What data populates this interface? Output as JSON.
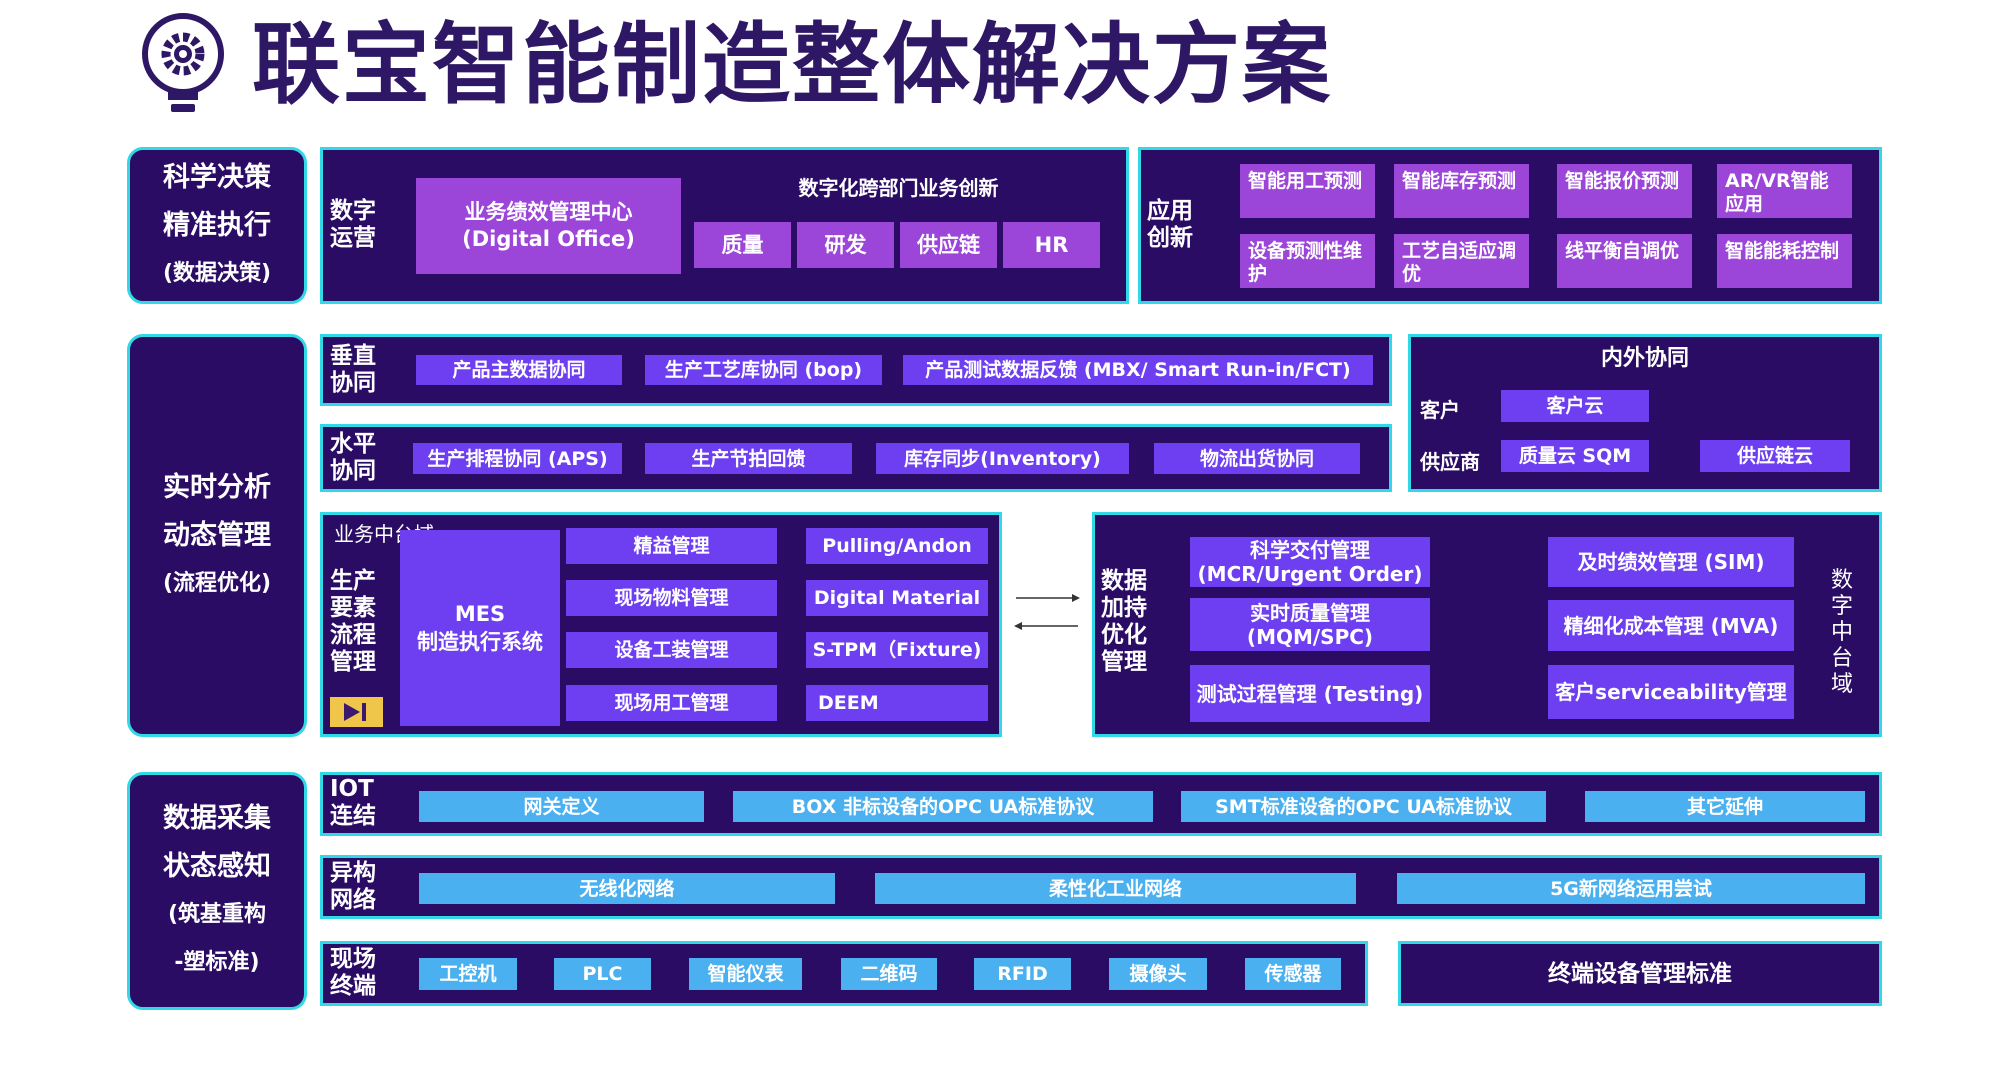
{
  "title": "联宝智能制造整体解决方案",
  "colors": {
    "frame_bg": "#2a0c64",
    "frame_border": "#33d8e6",
    "violet": "#6d3ff0",
    "magenta": "#9b45d9",
    "cyan": "#4bb0ef",
    "title": "#2e1765"
  },
  "left": [
    {
      "l1": "科学决策",
      "l2": "精准执行",
      "s": "(数据决策)"
    },
    {
      "l1": "实时分析",
      "l2": "动态管理",
      "s": "(流程优化)"
    },
    {
      "l1": "数据采集",
      "l2": "状态感知",
      "s1": "(筑基重构",
      "s2": "-塑标准)"
    }
  ],
  "digital_ops": {
    "label": "数字运营",
    "office": "业务绩效管理中心(Digital Office)",
    "cross_title": "数字化跨部门业务创新",
    "items": [
      "质量",
      "研发",
      "供应链",
      "HR"
    ]
  },
  "app_innovation": {
    "label": "应用创新",
    "items": [
      "智能用工预测",
      "智能库存预测",
      "智能报价预测",
      "AR/VR智能应用",
      "设备预测性维护",
      "工艺自适应调优",
      "线平衡自调优",
      "智能能耗控制"
    ]
  },
  "vertical": {
    "label": "垂直协同",
    "items": [
      "产品主数据协同",
      "生产工艺库协同 (bop)",
      "产品测试数据反馈 (MBX/ Smart Run-in/FCT)"
    ]
  },
  "horizontal": {
    "label": "水平协同",
    "items": [
      "生产排程协同 (APS)",
      "生产节拍回馈",
      "库存同步(Inventory)",
      "物流出货协同"
    ]
  },
  "inout": {
    "title": "内外协同",
    "customer_label": "客户",
    "customer_items": [
      "客户云"
    ],
    "supplier_label": "供应商",
    "supplier_items": [
      "质量云 SQM",
      "供应链云"
    ]
  },
  "mes": {
    "domain_label": "业务中台域",
    "label": "生产要素流程管理",
    "mes_title": "MES",
    "mes_sub": "制造执行系统",
    "col1": [
      "精益管理",
      "现场物料管理",
      "设备工装管理",
      "现场用工管理"
    ],
    "col2": [
      "Pulling/Andon",
      "Digital Material",
      "S-TPM（Fixture)",
      "DEEM"
    ]
  },
  "data_opt": {
    "label": "数据加持优化管理",
    "domain_label": "数字中台域",
    "col1": [
      "科学交付管理(MCR/Urgent Order)",
      "实时质量管理(MQM/SPC)",
      "测试过程管理 (Testing)"
    ],
    "col2": [
      "及时绩效管理 (SIM)",
      "精细化成本管理 (MVA)",
      "客户serviceability管理"
    ]
  },
  "iot": {
    "label": "IOT连结",
    "items": [
      "网关定义",
      "BOX 非标设备的OPC UA标准协议",
      "SMT标准设备的OPC UA标准协议",
      "其它延伸"
    ]
  },
  "network": {
    "label": "异构网络",
    "items": [
      "无线化网络",
      "柔性化工业网络",
      "5G新网络运用尝试"
    ]
  },
  "terminal": {
    "label": "现场终端",
    "items": [
      "工控机",
      "PLC",
      "智能仪表",
      "二维码",
      "RFID",
      "摄像头",
      "传感器"
    ],
    "standard": "终端设备管理标准"
  }
}
